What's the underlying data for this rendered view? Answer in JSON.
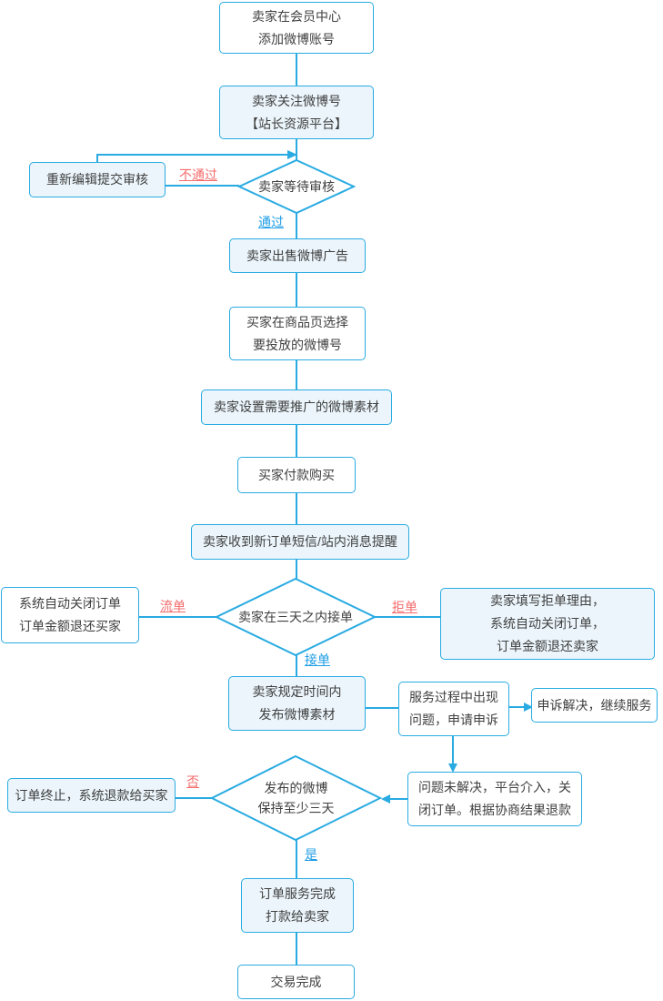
{
  "diagram": {
    "type": "flowchart",
    "language": "zh-CN",
    "colors": {
      "connector": "#29abe2",
      "box_border": "#29abe2",
      "box_fill_light": "#ebf5fb",
      "box_fill_white": "#ffffff",
      "text": "#404040",
      "edge_label_red": "#f56c6c",
      "edge_label_blue": "#1e9de5"
    },
    "nodes": {
      "add_account": {
        "label": "卖家在会员中心\n添加微博账号"
      },
      "follow_weibo": {
        "label": "卖家关注微博号\n【站长资源平台】"
      },
      "reedit": {
        "label": "重新编辑提交审核"
      },
      "wait_review": {
        "label": "卖家等待审核"
      },
      "sell_ad": {
        "label": "卖家出售微博广告"
      },
      "buyer_select": {
        "label": "买家在商品页选择\n要投放的微博号"
      },
      "set_material": {
        "label": "卖家设置需要推广的微博素材"
      },
      "buyer_pay": {
        "label": "买家付款购买"
      },
      "order_notice": {
        "label": "卖家收到新订单短信/站内消息提醒"
      },
      "accept_decision": {
        "label": "卖家在三天之内接单"
      },
      "auto_close": {
        "label": "系统自动关闭订单\n订单金额退还买家"
      },
      "reject_reason": {
        "label": "卖家填写拒单理由，\n系统自动关闭订单，\n订单金额退还卖家"
      },
      "publish_material": {
        "label": "卖家规定时间内\n发布微博素材"
      },
      "service_issue": {
        "label": "服务过程中出现\n问题，申请申诉"
      },
      "appeal_resolved": {
        "label": "申诉解决，继续服务"
      },
      "platform_intervene": {
        "label": "问题未解决，平台介入，关\n闭订单。根据协商结果退款"
      },
      "keep_three_days": {
        "label": "发布的微博\n保持至少三天"
      },
      "order_terminate": {
        "label": "订单终止，系统退款给买家"
      },
      "service_done": {
        "label": "订单服务完成\n打款给卖家"
      },
      "deal_done": {
        "label": "交易完成"
      }
    },
    "edge_labels": {
      "not_pass": "不通过",
      "pass": "通过",
      "missed": "流单",
      "rejected": "拒单",
      "accepted": "接单",
      "no": "否",
      "yes": "是"
    }
  }
}
